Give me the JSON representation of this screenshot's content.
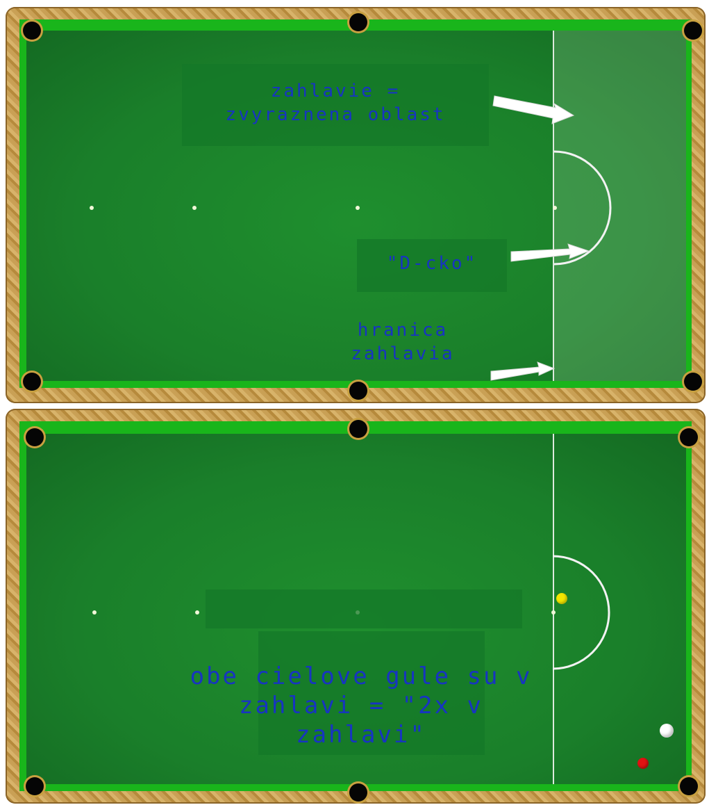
{
  "top_panel": {
    "labels": {
      "baulk_area": "zahlavie =\nzvyraznena oblast",
      "d_zone": "\"D-cko\"",
      "baulk_line": "hranica\nzahlavia"
    }
  },
  "bottom_panel": {
    "caption": "obe cielove gule su v\nzahlavi = \"2x v\nzahlavi\"",
    "balls": [
      {
        "name": "yellow-ball",
        "color": "#f2e600"
      },
      {
        "name": "cue-ball",
        "color": "#ffffff"
      },
      {
        "name": "red-ball",
        "color": "#e01212"
      }
    ]
  },
  "colors": {
    "felt": "#1a7f2a",
    "cushion": "#19b51b",
    "label_text": "#1734c2",
    "arrow": "#ffffff"
  }
}
